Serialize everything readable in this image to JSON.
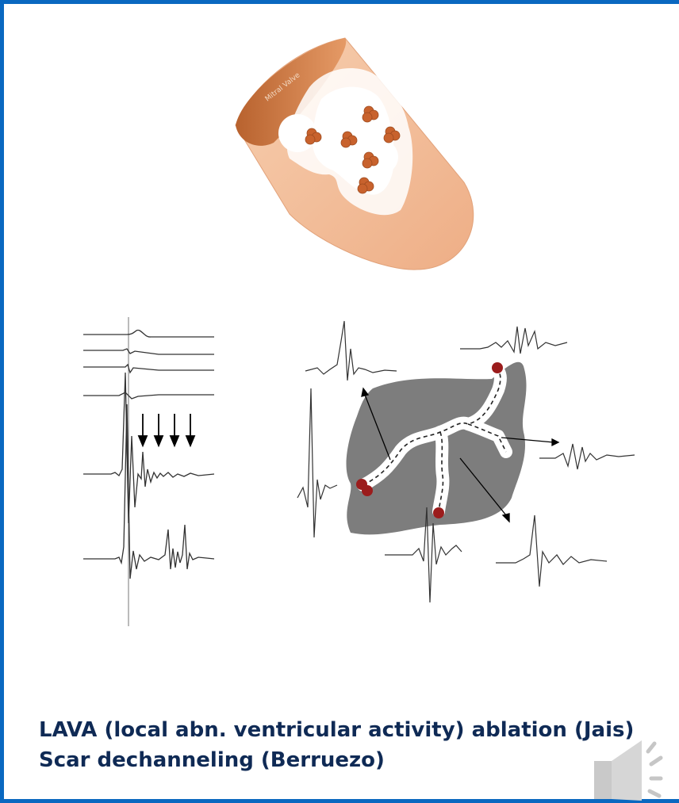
{
  "heart": {
    "valve_label": "Mitral Valve"
  },
  "caption": {
    "line1": "LAVA (local abn. ventricular activity) ablation (Jais)",
    "line2": "Scar dechanneling (Berruezo)"
  },
  "icons": {
    "speaker": "speaker-icon"
  },
  "colors": {
    "border": "#0a68c0",
    "heart": "#f4c3a0",
    "heart_edge": "#d9885a",
    "scar_white": "#ffffff",
    "ablation_lesion": "#c8622d",
    "scar_gray": "#7a7a7a",
    "channel_dot": "#9b1c1c",
    "caption_text": "#0f2a55"
  }
}
